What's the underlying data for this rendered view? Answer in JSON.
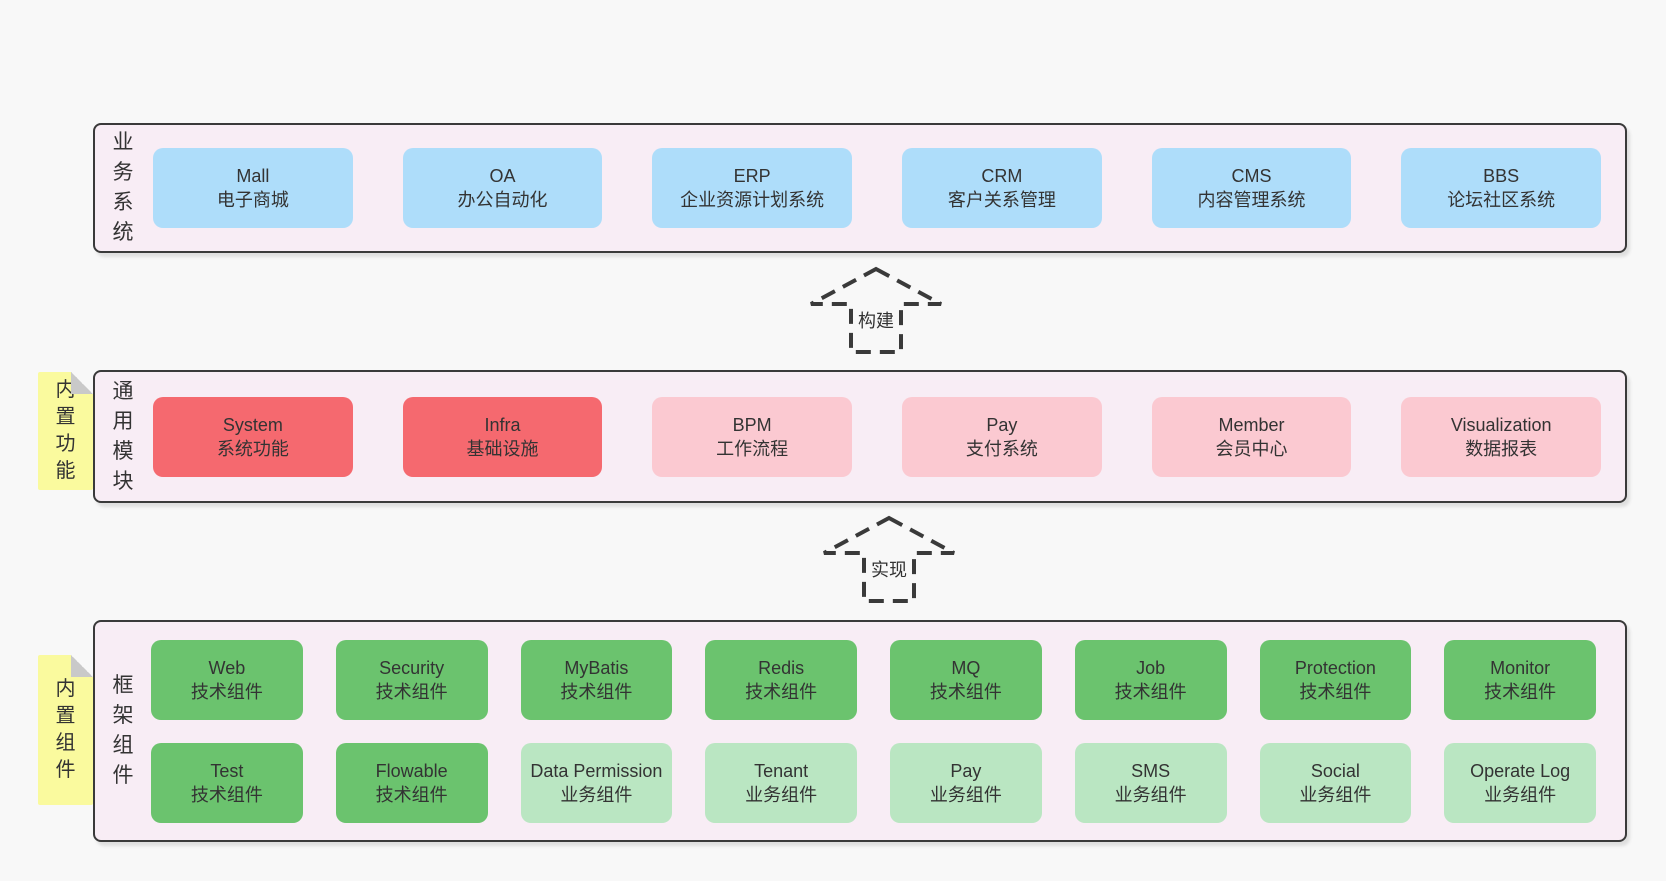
{
  "colors": {
    "page_bg": "#f8f8f8",
    "layer_bg": "#f8edf5",
    "layer_border": "#3a3a3a",
    "blue_box": "#aeddfa",
    "red_box": "#f5696f",
    "pink_box": "#fbc9d1",
    "green_box": "#6bc36e",
    "light_green_box": "#bae6c2",
    "note_yellow": "#fafa9e",
    "fold_gray": "#c9c9c9",
    "text": "#333333",
    "arrow_dash": "#3a3a3a"
  },
  "layers": [
    {
      "id": "business-systems",
      "label": "业务系统",
      "boxes": [
        {
          "en": "Mall",
          "zh": "电子商城"
        },
        {
          "en": "OA",
          "zh": "办公自动化"
        },
        {
          "en": "ERP",
          "zh": "企业资源计划系统"
        },
        {
          "en": "CRM",
          "zh": "客户关系管理"
        },
        {
          "en": "CMS",
          "zh": "内容管理系统"
        },
        {
          "en": "BBS",
          "zh": "论坛社区系统"
        }
      ]
    },
    {
      "id": "common-modules",
      "label": "通用模块",
      "note": "内置功能",
      "boxes": [
        {
          "en": "System",
          "zh": "系统功能"
        },
        {
          "en": "Infra",
          "zh": "基础设施"
        },
        {
          "en": "BPM",
          "zh": "工作流程"
        },
        {
          "en": "Pay",
          "zh": "支付系统"
        },
        {
          "en": "Member",
          "zh": "会员中心"
        },
        {
          "en": "Visualization",
          "zh": "数据报表"
        }
      ]
    },
    {
      "id": "framework-components",
      "label": "框架组件",
      "note": "内置组件",
      "rows": [
        [
          {
            "en": "Web",
            "zh": "技术组件"
          },
          {
            "en": "Security",
            "zh": "技术组件"
          },
          {
            "en": "MyBatis",
            "zh": "技术组件"
          },
          {
            "en": "Redis",
            "zh": "技术组件"
          },
          {
            "en": "MQ",
            "zh": "技术组件"
          },
          {
            "en": "Job",
            "zh": "技术组件"
          },
          {
            "en": "Protection",
            "zh": "技术组件"
          },
          {
            "en": "Monitor",
            "zh": "技术组件"
          }
        ],
        [
          {
            "en": "Test",
            "zh": "技术组件"
          },
          {
            "en": "Flowable",
            "zh": "技术组件"
          },
          {
            "en": "Data Permission",
            "zh": "业务组件"
          },
          {
            "en": "Tenant",
            "zh": "业务组件"
          },
          {
            "en": "Pay",
            "zh": "业务组件"
          },
          {
            "en": "SMS",
            "zh": "业务组件"
          },
          {
            "en": "Social",
            "zh": "业务组件"
          },
          {
            "en": "Operate Log",
            "zh": "业务组件"
          }
        ]
      ]
    }
  ],
  "arrows": [
    {
      "label": "构建"
    },
    {
      "label": "实现"
    }
  ]
}
